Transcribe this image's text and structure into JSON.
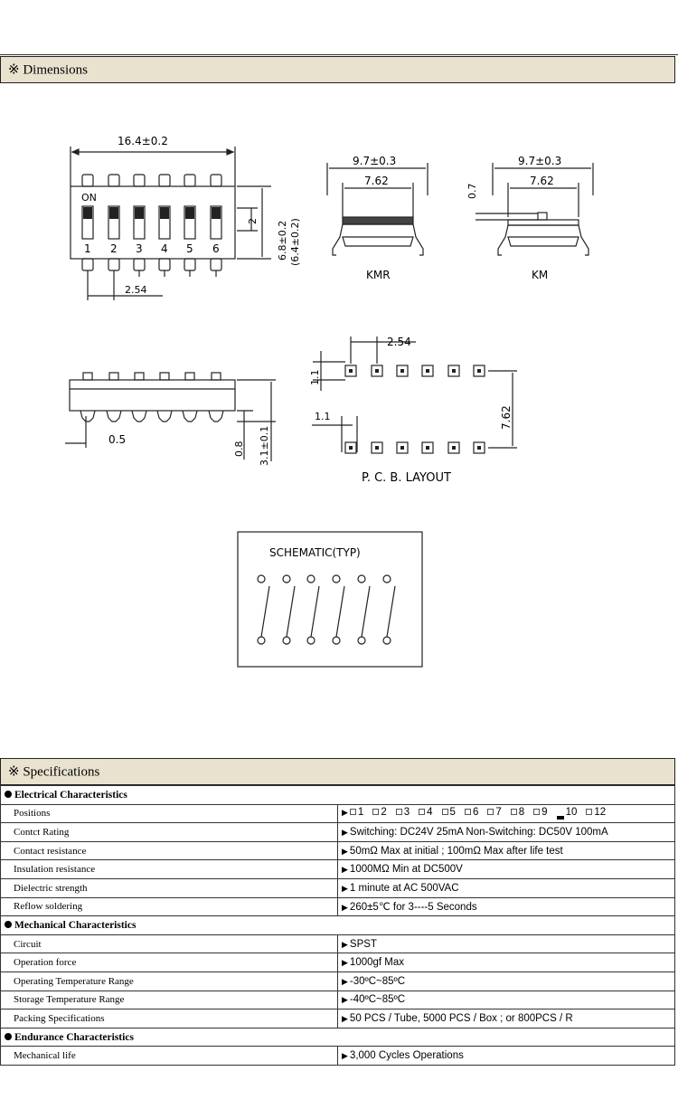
{
  "dimensions_header": "※ Dimensions",
  "specs_header": "※ Specifications",
  "drawing": {
    "dim_width": "16.4±0.2",
    "dim_height": "6.8±0.2",
    "dim_height_alt": "(6.4±0.2)",
    "dim_2": "2",
    "dim_pitch": "2.54",
    "switch_on": "ON",
    "switch_numbers": [
      "1",
      "2",
      "3",
      "4",
      "5",
      "6"
    ],
    "kmr_width": "9.7±0.3",
    "kmr_inner": "7.62",
    "kmr_label": "KMR",
    "km_width": "9.7±0.3",
    "km_inner": "7.62",
    "km_height": "0.7",
    "km_label": "KM",
    "side_05": "0.5",
    "side_08": "0.8",
    "side_31": "3.1±0.1",
    "pcb_pitch": "2.54",
    "pcb_11a": "1.1",
    "pcb_11b": "1.1",
    "pcb_762": "7.62",
    "pcb_label": "P. C. B. LAYOUT",
    "schematic_label": "SCHEMATIC(TYP)"
  },
  "electrical_title": "Electrical Characteristics",
  "mechanical_title": "Mechanical Characteristics",
  "endurance_title": "Endurance Characteristics",
  "positions_label": "Positions",
  "positions": [
    "1",
    "2",
    "3",
    "4",
    "5",
    "6",
    "7",
    "8",
    "9",
    "10",
    "12"
  ],
  "electrical": [
    {
      "label": "Contct Rating",
      "value": "Switching: DC24V 25mA    Non-Switching: DC50V 100mA"
    },
    {
      "label": "Contact resistance",
      "value": "50mΩ Max at initial ; 100mΩ Max after life test"
    },
    {
      "label": "Insulation resistance",
      "value": "1000MΩ Min at DC500V"
    },
    {
      "label": "Dielectric strength",
      "value": "1 minute at AC 500VAC"
    },
    {
      "label": "Reflow soldering",
      "value": "260±5℃ for 3----5 Seconds"
    }
  ],
  "mechanical": [
    {
      "label": "Circuit",
      "value": "SPST"
    },
    {
      "label": "Operation force",
      "value": "1000gf  Max"
    },
    {
      "label": "Operating Temperature Range",
      "value": "-30ºC~85ºC"
    },
    {
      "label": "Storage Temperature Range",
      "value": "-40ºC~85ºC"
    },
    {
      "label": "Packing Specifications",
      "value": "50 PCS / Tube, 5000 PCS / Box ;      or      800PCS / R"
    }
  ],
  "endurance": [
    {
      "label": "Mechanical life",
      "value": "3,000 Cycles Operations"
    }
  ]
}
